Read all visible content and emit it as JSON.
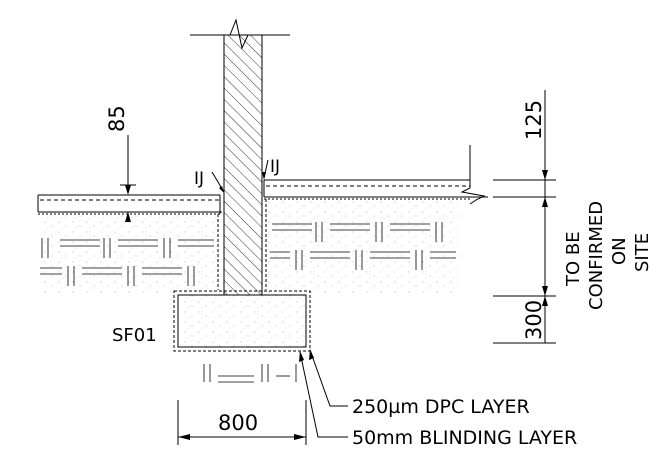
{
  "colors": {
    "ink": "#000000",
    "paper": "#ffffff",
    "fill": "#f4f4f4"
  },
  "labels": {
    "slab_thickness": "85",
    "slab_left_joint": "IJ",
    "slab_right_joint": "IJ",
    "top_dim": "125",
    "depth_note": [
      "TO BE",
      "CONFIRMED",
      "ON",
      "SITE"
    ],
    "footing_depth": "300",
    "footing_tag": "SF01",
    "footing_width": "800",
    "dpc_note": "250µm DPC LAYER",
    "blinding_note": "50mm BLINDING LAYER"
  }
}
